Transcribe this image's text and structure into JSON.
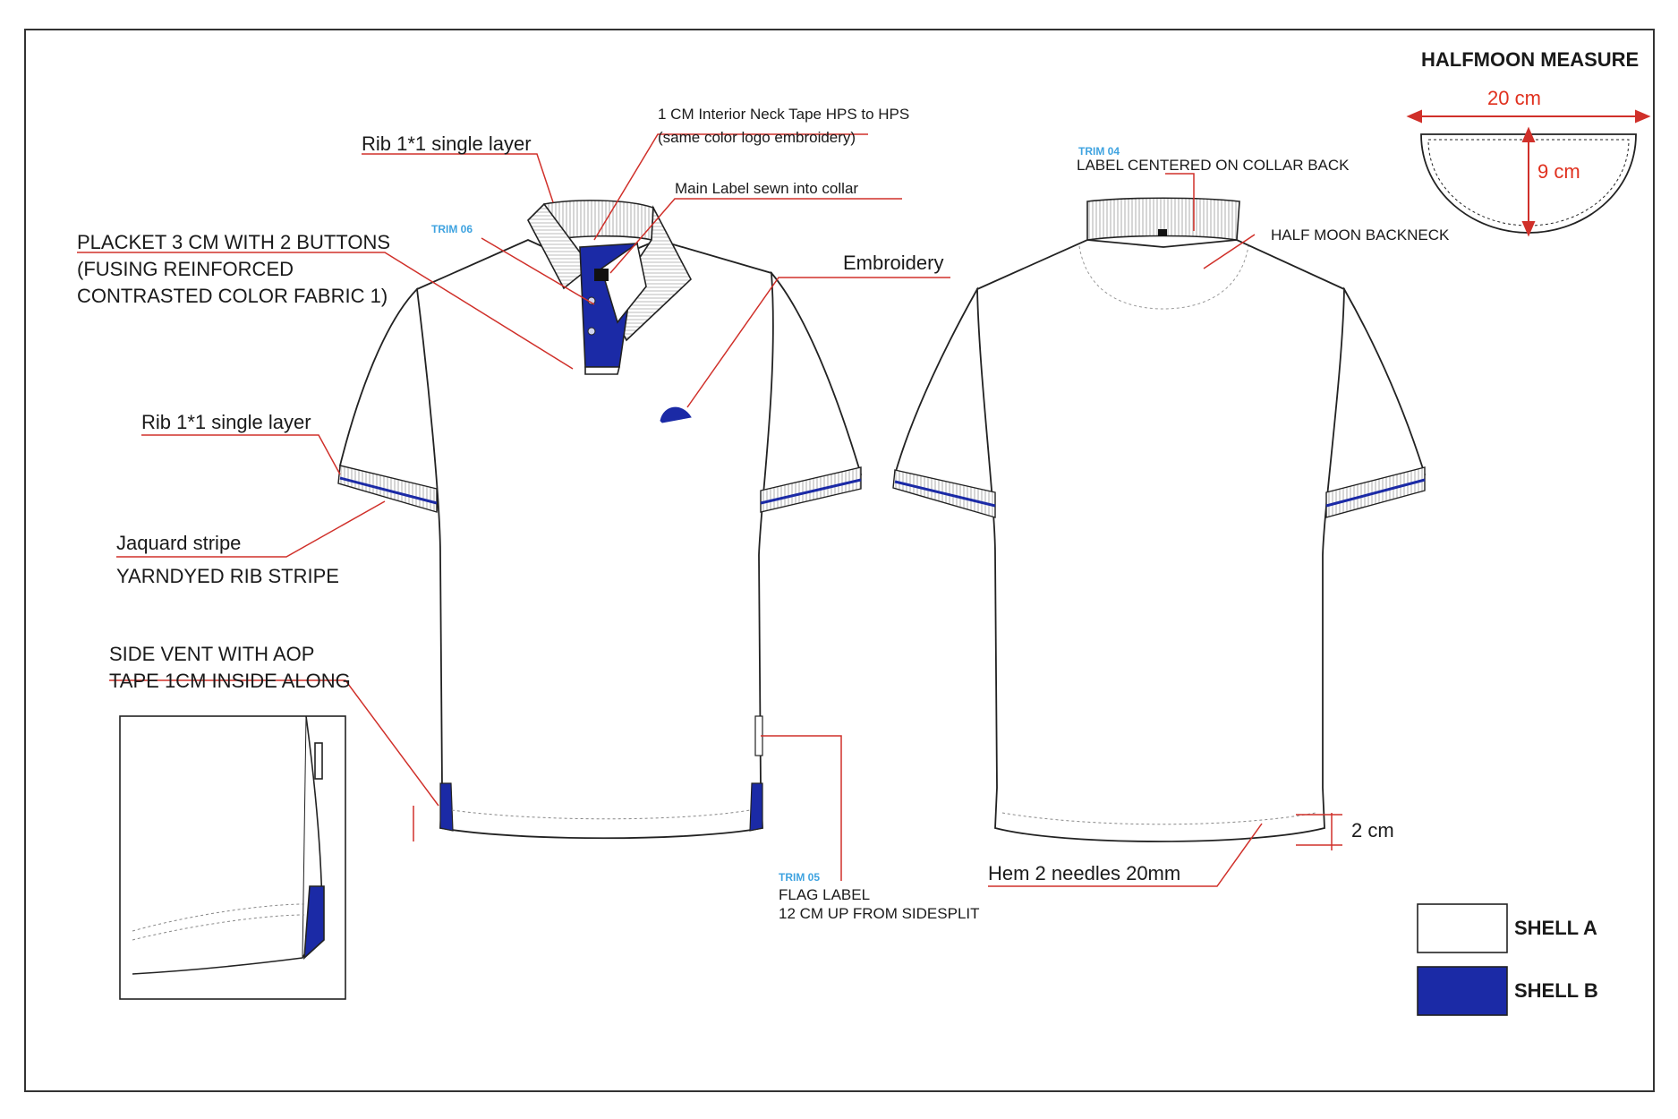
{
  "halfmoon": {
    "title": "HALFMOON MEASURE",
    "width": "20 cm",
    "depth": "9 cm"
  },
  "front": {
    "rib_collar": "Rib 1*1 single layer",
    "neck_tape_1": "1 CM Interior Neck Tape HPS to HPS",
    "neck_tape_2": "(same color logo embroidery)",
    "main_label": "Main Label sewn into collar",
    "trim06": "TRIM 06",
    "placket_1": "PLACKET 3 CM WITH 2 BUTTONS",
    "placket_2": "(FUSING REINFORCED",
    "placket_3": "CONTRASTED COLOR FABRIC 1)",
    "embroidery": "Embroidery",
    "rib_sleeve": "Rib 1*1 single layer",
    "jacquard": "Jaquard stripe",
    "yarndyed": "YARNDYED RIB STRIPE",
    "side_vent_1": "SIDE VENT WITH AOP",
    "side_vent_2": "TAPE 1CM INSIDE ALONG",
    "trim05": "TRIM 05",
    "flag_1": "FLAG LABEL",
    "flag_2": "12 CM UP FROM SIDESPLIT"
  },
  "back": {
    "trim04": "TRIM 04",
    "collar_back": "LABEL CENTERED ON COLLAR BACK",
    "half_moon": "HALF MOON BACKNECK",
    "hem": "Hem 2 needles 20mm",
    "hem_height": "2 cm"
  },
  "legend": [
    {
      "label": "SHELL A",
      "color": "#ffffff"
    },
    {
      "label": "SHELL B",
      "color": "#1b2aa6"
    }
  ],
  "colors": {
    "shell_b": "#1b2aa6",
    "leader": "#d0302a",
    "outline": "#222222",
    "trim_text": "#3fa3e0"
  }
}
